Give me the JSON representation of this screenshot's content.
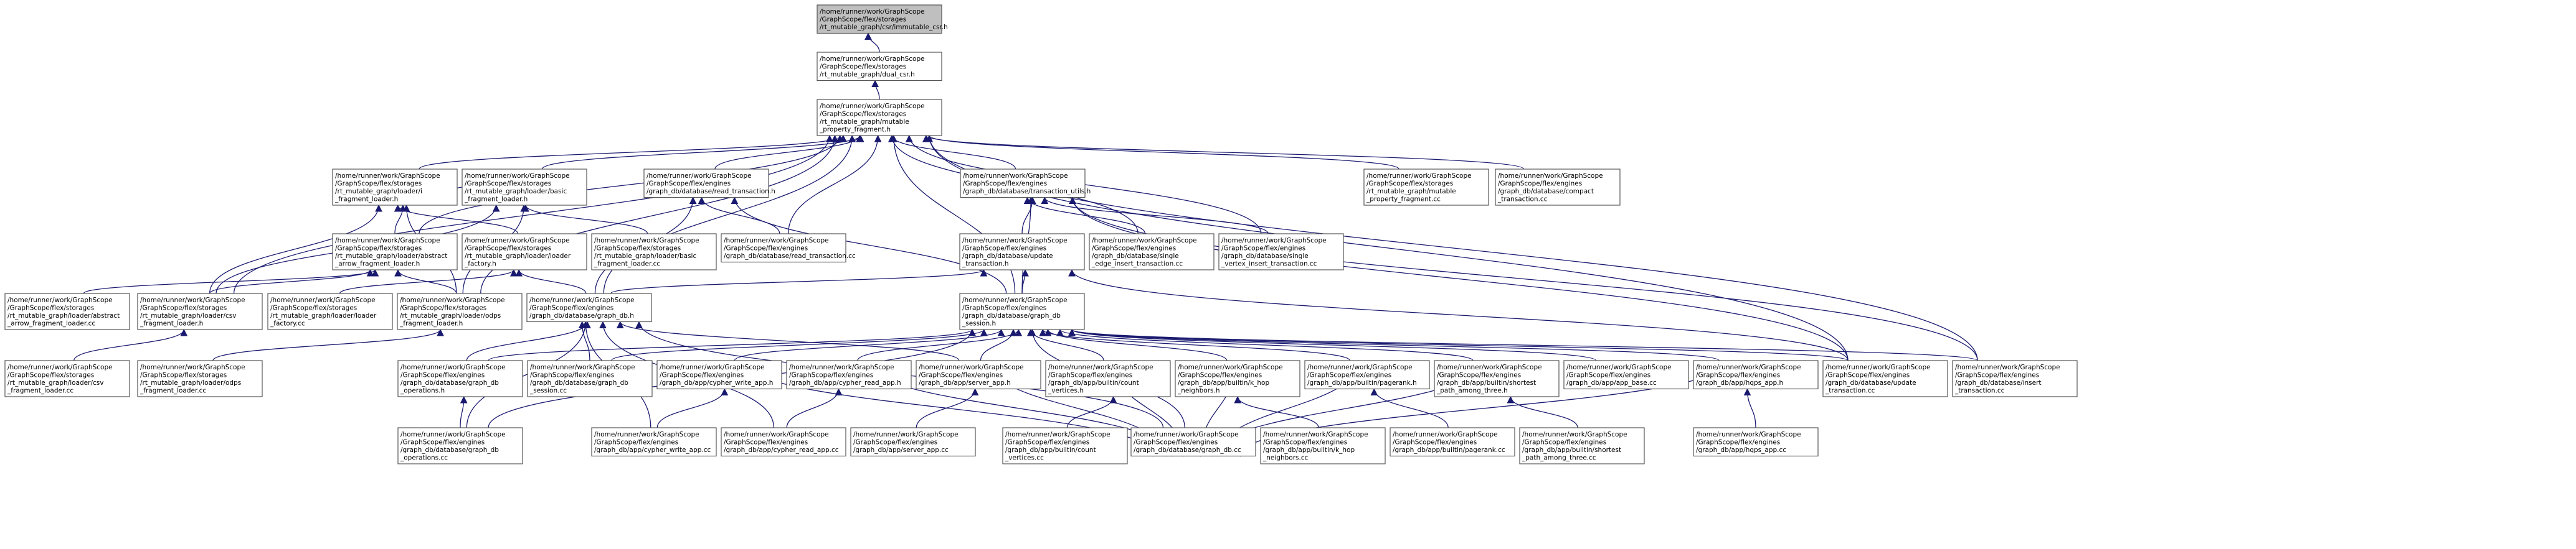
{
  "colors": {
    "node_fill": "#ffffff",
    "root_fill": "#bfbfbf",
    "node_border": "#555555",
    "edge": "#191970"
  },
  "nodes": [
    {
      "id": "n0",
      "lines": [
        "/home/runner/work/GraphScope",
        "/GraphScope/flex/storages",
        "/rt_mutable_graph/csr/immutable_csr.h"
      ],
      "root": true
    },
    {
      "id": "n1",
      "lines": [
        "/home/runner/work/GraphScope",
        "/GraphScope/flex/storages",
        "/rt_mutable_graph/dual_csr.h"
      ]
    },
    {
      "id": "n2",
      "lines": [
        "/home/runner/work/GraphScope",
        "/GraphScope/flex/storages",
        "/rt_mutable_graph/mutable",
        "_property_fragment.h"
      ]
    },
    {
      "id": "n3",
      "lines": [
        "/home/runner/work/GraphScope",
        "/GraphScope/flex/storages",
        "/rt_mutable_graph/loader/i",
        "_fragment_loader.h"
      ]
    },
    {
      "id": "n4",
      "lines": [
        "/home/runner/work/GraphScope",
        "/GraphScope/flex/storages",
        "/rt_mutable_graph/loader/basic",
        "_fragment_loader.h"
      ]
    },
    {
      "id": "n5",
      "lines": [
        "/home/runner/work/GraphScope",
        "/GraphScope/flex/engines",
        "/graph_db/database/read_transaction.h"
      ]
    },
    {
      "id": "n6",
      "lines": [
        "/home/runner/work/GraphScope",
        "/GraphScope/flex/engines",
        "/graph_db/database/transaction_utils.h"
      ]
    },
    {
      "id": "n7",
      "lines": [
        "/home/runner/work/GraphScope",
        "/GraphScope/flex/storages",
        "/rt_mutable_graph/mutable",
        "_property_fragment.cc"
      ]
    },
    {
      "id": "n8",
      "lines": [
        "/home/runner/work/GraphScope",
        "/GraphScope/flex/engines",
        "/graph_db/database/compact",
        "_transaction.cc"
      ]
    },
    {
      "id": "n9",
      "lines": [
        "/home/runner/work/GraphScope",
        "/GraphScope/flex/storages",
        "/rt_mutable_graph/loader/abstract",
        "_arrow_fragment_loader.h"
      ]
    },
    {
      "id": "n10",
      "lines": [
        "/home/runner/work/GraphScope",
        "/GraphScope/flex/storages",
        "/rt_mutable_graph/loader/loader",
        "_factory.h"
      ]
    },
    {
      "id": "n11",
      "lines": [
        "/home/runner/work/GraphScope",
        "/GraphScope/flex/storages",
        "/rt_mutable_graph/loader/basic",
        "_fragment_loader.cc"
      ]
    },
    {
      "id": "n12",
      "lines": [
        "/home/runner/work/GraphScope",
        "/GraphScope/flex/engines",
        "/graph_db/database/read_transaction.cc"
      ]
    },
    {
      "id": "n13",
      "lines": [
        "/home/runner/work/GraphScope",
        "/GraphScope/flex/engines",
        "/graph_db/database/update",
        "_transaction.h"
      ]
    },
    {
      "id": "n14",
      "lines": [
        "/home/runner/work/GraphScope",
        "/GraphScope/flex/engines",
        "/graph_db/database/single",
        "_edge_insert_transaction.cc"
      ]
    },
    {
      "id": "n15",
      "lines": [
        "/home/runner/work/GraphScope",
        "/GraphScope/flex/engines",
        "/graph_db/database/single",
        "_vertex_insert_transaction.cc"
      ]
    },
    {
      "id": "n16",
      "lines": [
        "/home/runner/work/GraphScope",
        "/GraphScope/flex/storages",
        "/rt_mutable_graph/loader/abstract",
        "_arrow_fragment_loader.cc"
      ]
    },
    {
      "id": "n17",
      "lines": [
        "/home/runner/work/GraphScope",
        "/GraphScope/flex/storages",
        "/rt_mutable_graph/loader/csv",
        "_fragment_loader.h"
      ]
    },
    {
      "id": "n18",
      "lines": [
        "/home/runner/work/GraphScope",
        "/GraphScope/flex/storages",
        "/rt_mutable_graph/loader/loader",
        "_factory.cc"
      ]
    },
    {
      "id": "n19",
      "lines": [
        "/home/runner/work/GraphScope",
        "/GraphScope/flex/storages",
        "/rt_mutable_graph/loader/odps",
        "_fragment_loader.h"
      ]
    },
    {
      "id": "n20",
      "lines": [
        "/home/runner/work/GraphScope",
        "/GraphScope/flex/engines",
        "/graph_db/database/graph_db.h"
      ]
    },
    {
      "id": "n21",
      "lines": [
        "/home/runner/work/GraphScope",
        "/GraphScope/flex/engines",
        "/graph_db/database/graph_db",
        "_session.h"
      ]
    },
    {
      "id": "n22",
      "lines": [
        "/home/runner/work/GraphScope",
        "/GraphScope/flex/storages",
        "/rt_mutable_graph/loader/csv",
        "_fragment_loader.cc"
      ]
    },
    {
      "id": "n23",
      "lines": [
        "/home/runner/work/GraphScope",
        "/GraphScope/flex/storages",
        "/rt_mutable_graph/loader/odps",
        "_fragment_loader.cc"
      ]
    },
    {
      "id": "n24",
      "lines": [
        "/home/runner/work/GraphScope",
        "/GraphScope/flex/engines",
        "/graph_db/database/graph_db",
        "_operations.h"
      ]
    },
    {
      "id": "n25",
      "lines": [
        "/home/runner/work/GraphScope",
        "/GraphScope/flex/engines",
        "/graph_db/database/graph_db",
        "_session.cc"
      ]
    },
    {
      "id": "n26",
      "lines": [
        "/home/runner/work/GraphScope",
        "/GraphScope/flex/engines",
        "/graph_db/app/cypher_write_app.h"
      ]
    },
    {
      "id": "n27",
      "lines": [
        "/home/runner/work/GraphScope",
        "/GraphScope/flex/engines",
        "/graph_db/app/cypher_read_app.h"
      ]
    },
    {
      "id": "n28",
      "lines": [
        "/home/runner/work/GraphScope",
        "/GraphScope/flex/engines",
        "/graph_db/app/server_app.h"
      ]
    },
    {
      "id": "n29",
      "lines": [
        "/home/runner/work/GraphScope",
        "/GraphScope/flex/engines",
        "/graph_db/app/builtin/count",
        "_vertices.h"
      ]
    },
    {
      "id": "n30",
      "lines": [
        "/home/runner/work/GraphScope",
        "/GraphScope/flex/engines",
        "/graph_db/app/builtin/k_hop",
        "_neighbors.h"
      ]
    },
    {
      "id": "n31",
      "lines": [
        "/home/runner/work/GraphScope",
        "/GraphScope/flex/engines",
        "/graph_db/app/builtin/pagerank.h"
      ]
    },
    {
      "id": "n32",
      "lines": [
        "/home/runner/work/GraphScope",
        "/GraphScope/flex/engines",
        "/graph_db/app/builtin/shortest",
        "_path_among_three.h"
      ]
    },
    {
      "id": "n33",
      "lines": [
        "/home/runner/work/GraphScope",
        "/GraphScope/flex/engines",
        "/graph_db/app/app_base.cc"
      ]
    },
    {
      "id": "n34",
      "lines": [
        "/home/runner/work/GraphScope",
        "/GraphScope/flex/engines",
        "/graph_db/app/hqps_app.h"
      ]
    },
    {
      "id": "n35",
      "lines": [
        "/home/runner/work/GraphScope",
        "/GraphScope/flex/engines",
        "/graph_db/database/update",
        "_transaction.cc"
      ]
    },
    {
      "id": "n36",
      "lines": [
        "/home/runner/work/GraphScope",
        "/GraphScope/flex/engines",
        "/graph_db/database/insert",
        "_transaction.cc"
      ]
    },
    {
      "id": "n37",
      "lines": [
        "/home/runner/work/GraphScope",
        "/GraphScope/flex/engines",
        "/graph_db/database/graph_db",
        "_operations.cc"
      ]
    },
    {
      "id": "n38",
      "lines": [
        "/home/runner/work/GraphScope",
        "/GraphScope/flex/engines",
        "/graph_db/app/cypher_write_app.cc"
      ]
    },
    {
      "id": "n39",
      "lines": [
        "/home/runner/work/GraphScope",
        "/GraphScope/flex/engines",
        "/graph_db/app/cypher_read_app.cc"
      ]
    },
    {
      "id": "n40",
      "lines": [
        "/home/runner/work/GraphScope",
        "/GraphScope/flex/engines",
        "/graph_db/app/server_app.cc"
      ]
    },
    {
      "id": "n41",
      "lines": [
        "/home/runner/work/GraphScope",
        "/GraphScope/flex/engines",
        "/graph_db/app/builtin/count",
        "_vertices.cc"
      ]
    },
    {
      "id": "n42",
      "lines": [
        "/home/runner/work/GraphScope",
        "/GraphScope/flex/engines",
        "/graph_db/database/graph_db.cc"
      ]
    },
    {
      "id": "n43",
      "lines": [
        "/home/runner/work/GraphScope",
        "/GraphScope/flex/engines",
        "/graph_db/app/builtin/k_hop",
        "_neighbors.cc"
      ]
    },
    {
      "id": "n44",
      "lines": [
        "/home/runner/work/GraphScope",
        "/GraphScope/flex/engines",
        "/graph_db/app/builtin/pagerank.cc"
      ]
    },
    {
      "id": "n45",
      "lines": [
        "/home/runner/work/GraphScope",
        "/GraphScope/flex/engines",
        "/graph_db/app/builtin/shortest",
        "_path_among_three.cc"
      ]
    },
    {
      "id": "n46",
      "lines": [
        "/home/runner/work/GraphScope",
        "/GraphScope/flex/engines",
        "/graph_db/app/hqps_app.cc"
      ]
    }
  ],
  "edges": [
    [
      "n1",
      "n0"
    ],
    [
      "n2",
      "n1"
    ],
    [
      "n3",
      "n2"
    ],
    [
      "n4",
      "n2"
    ],
    [
      "n5",
      "n2"
    ],
    [
      "n6",
      "n2"
    ],
    [
      "n7",
      "n2"
    ],
    [
      "n8",
      "n2"
    ],
    [
      "n9",
      "n2"
    ],
    [
      "n12",
      "n2"
    ],
    [
      "n14",
      "n2"
    ],
    [
      "n15",
      "n2"
    ],
    [
      "n17",
      "n2"
    ],
    [
      "n19",
      "n2"
    ],
    [
      "n20",
      "n2"
    ],
    [
      "n21",
      "n2"
    ],
    [
      "n35",
      "n2"
    ],
    [
      "n36",
      "n2"
    ],
    [
      "n4",
      "n3"
    ],
    [
      "n9",
      "n3"
    ],
    [
      "n10",
      "n3"
    ],
    [
      "n17",
      "n3"
    ],
    [
      "n19",
      "n3"
    ],
    [
      "n11",
      "n4"
    ],
    [
      "n17",
      "n4"
    ],
    [
      "n19",
      "n4"
    ],
    [
      "n12",
      "n5"
    ],
    [
      "n20",
      "n5"
    ],
    [
      "n21",
      "n5"
    ],
    [
      "n13",
      "n6"
    ],
    [
      "n14",
      "n6"
    ],
    [
      "n15",
      "n6"
    ],
    [
      "n21",
      "n6"
    ],
    [
      "n35",
      "n6"
    ],
    [
      "n36",
      "n6"
    ],
    [
      "n16",
      "n9"
    ],
    [
      "n17",
      "n9"
    ],
    [
      "n19",
      "n9"
    ],
    [
      "n18",
      "n10"
    ],
    [
      "n20",
      "n10"
    ],
    [
      "n20",
      "n13"
    ],
    [
      "n21",
      "n13"
    ],
    [
      "n35",
      "n13"
    ],
    [
      "n22",
      "n17"
    ],
    [
      "n23",
      "n19"
    ],
    [
      "n24",
      "n20"
    ],
    [
      "n25",
      "n20"
    ],
    [
      "n28",
      "n20"
    ],
    [
      "n37",
      "n20"
    ],
    [
      "n38",
      "n20"
    ],
    [
      "n39",
      "n20"
    ],
    [
      "n42",
      "n20"
    ],
    [
      "n24",
      "n21"
    ],
    [
      "n25",
      "n21"
    ],
    [
      "n26",
      "n21"
    ],
    [
      "n27",
      "n21"
    ],
    [
      "n28",
      "n21"
    ],
    [
      "n29",
      "n21"
    ],
    [
      "n30",
      "n21"
    ],
    [
      "n31",
      "n21"
    ],
    [
      "n32",
      "n21"
    ],
    [
      "n33",
      "n21"
    ],
    [
      "n34",
      "n21"
    ],
    [
      "n35",
      "n21"
    ],
    [
      "n36",
      "n21"
    ],
    [
      "n37",
      "n21"
    ],
    [
      "n42",
      "n21"
    ],
    [
      "n37",
      "n24"
    ],
    [
      "n38",
      "n26"
    ],
    [
      "n39",
      "n27"
    ],
    [
      "n40",
      "n28"
    ],
    [
      "n41",
      "n29"
    ],
    [
      "n43",
      "n30"
    ],
    [
      "n44",
      "n31"
    ],
    [
      "n45",
      "n32"
    ],
    [
      "n46",
      "n34"
    ],
    [
      "n26",
      "n42"
    ],
    [
      "n27",
      "n42"
    ],
    [
      "n28",
      "n42"
    ],
    [
      "n29",
      "n42"
    ],
    [
      "n30",
      "n42"
    ],
    [
      "n31",
      "n42"
    ],
    [
      "n32",
      "n42"
    ],
    [
      "n34",
      "n42"
    ]
  ]
}
